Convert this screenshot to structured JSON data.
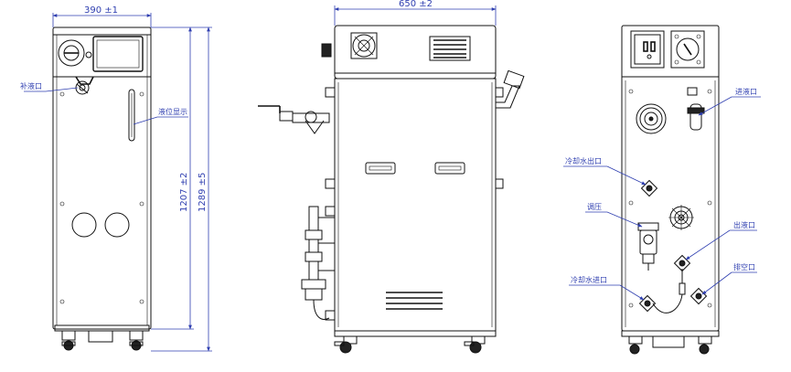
{
  "front_view": {
    "width_dim": "390 ±1",
    "height_dim_inner": "1207 ±2",
    "height_dim_outer": "1289 ±5",
    "callout_fill_port": "补液口",
    "callout_level_display": "液位显示"
  },
  "side_view": {
    "width_dim": "650 ±2"
  },
  "rear_view": {
    "callout_oil_inlet": "进液口",
    "callout_cooling_out": "冷却水出口",
    "callout_pressure_regulator": "调压",
    "callout_oil_outlet": "出液口",
    "callout_cooling_in": "冷却水进口",
    "callout_drain": "排空口"
  },
  "colors": {
    "dimension": "#2f3fb0",
    "outline": "#111111"
  }
}
